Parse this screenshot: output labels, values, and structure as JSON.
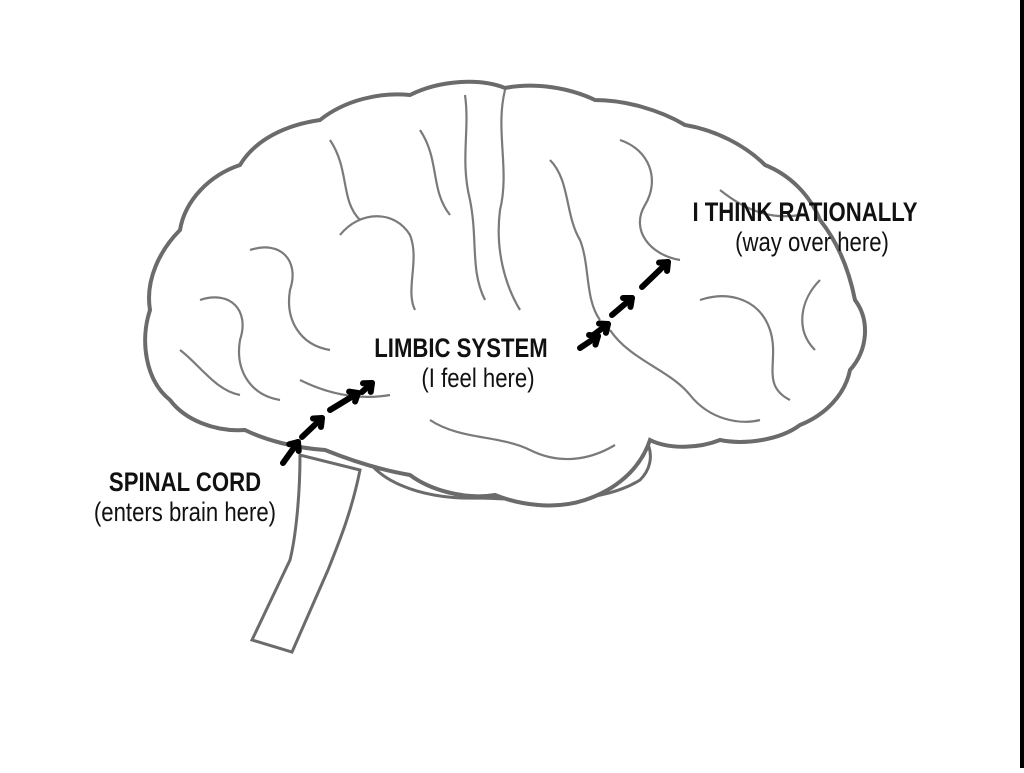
{
  "diagram": {
    "title": "Brain regions: spinal cord to rational thought",
    "labels": [
      {
        "id": "spinal",
        "title": "SPINAL CORD",
        "subtitle": "(enters brain here)"
      },
      {
        "id": "limbic",
        "title": "LIMBIC SYSTEM",
        "subtitle": "(I feel here)"
      },
      {
        "id": "rational",
        "title": "I THINK RATIONALLY",
        "subtitle": "(way over here)"
      }
    ],
    "flow": [
      "spinal",
      "limbic",
      "rational"
    ],
    "colors": {
      "outline": "#6b6b6b",
      "fill": "#ffffff",
      "text": "#111111",
      "arrow": "#000000"
    }
  }
}
